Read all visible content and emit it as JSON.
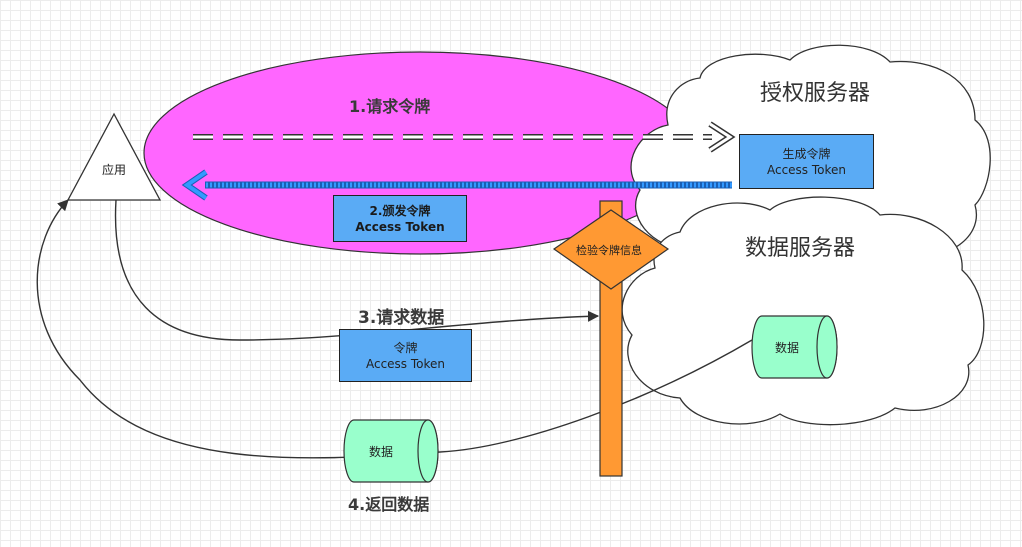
{
  "app_node": {
    "label": "应用"
  },
  "auth_server": {
    "title": "授权服务器",
    "token_box": {
      "line1": "生成令牌",
      "line2": "Access Token"
    }
  },
  "data_server": {
    "title": "数据服务器",
    "db_label": "数据"
  },
  "steps": {
    "step1": "1.请求令牌",
    "step2_box": {
      "line1": "2.颁发令牌",
      "line2": "Access Token"
    },
    "step3": "3.请求数据",
    "step3_box": {
      "line1": "令牌",
      "line2": "Access Token"
    },
    "step4": "4.返回数据"
  },
  "gateway": {
    "label": "检验令牌信息"
  },
  "return_db": {
    "label": "数据"
  },
  "colors": {
    "ellipse": "#ff66ff",
    "token_box": "#5aabf5",
    "gateway": "#ff9933",
    "db": "#99ffcc",
    "dotted_arrow": "#3399ff"
  }
}
